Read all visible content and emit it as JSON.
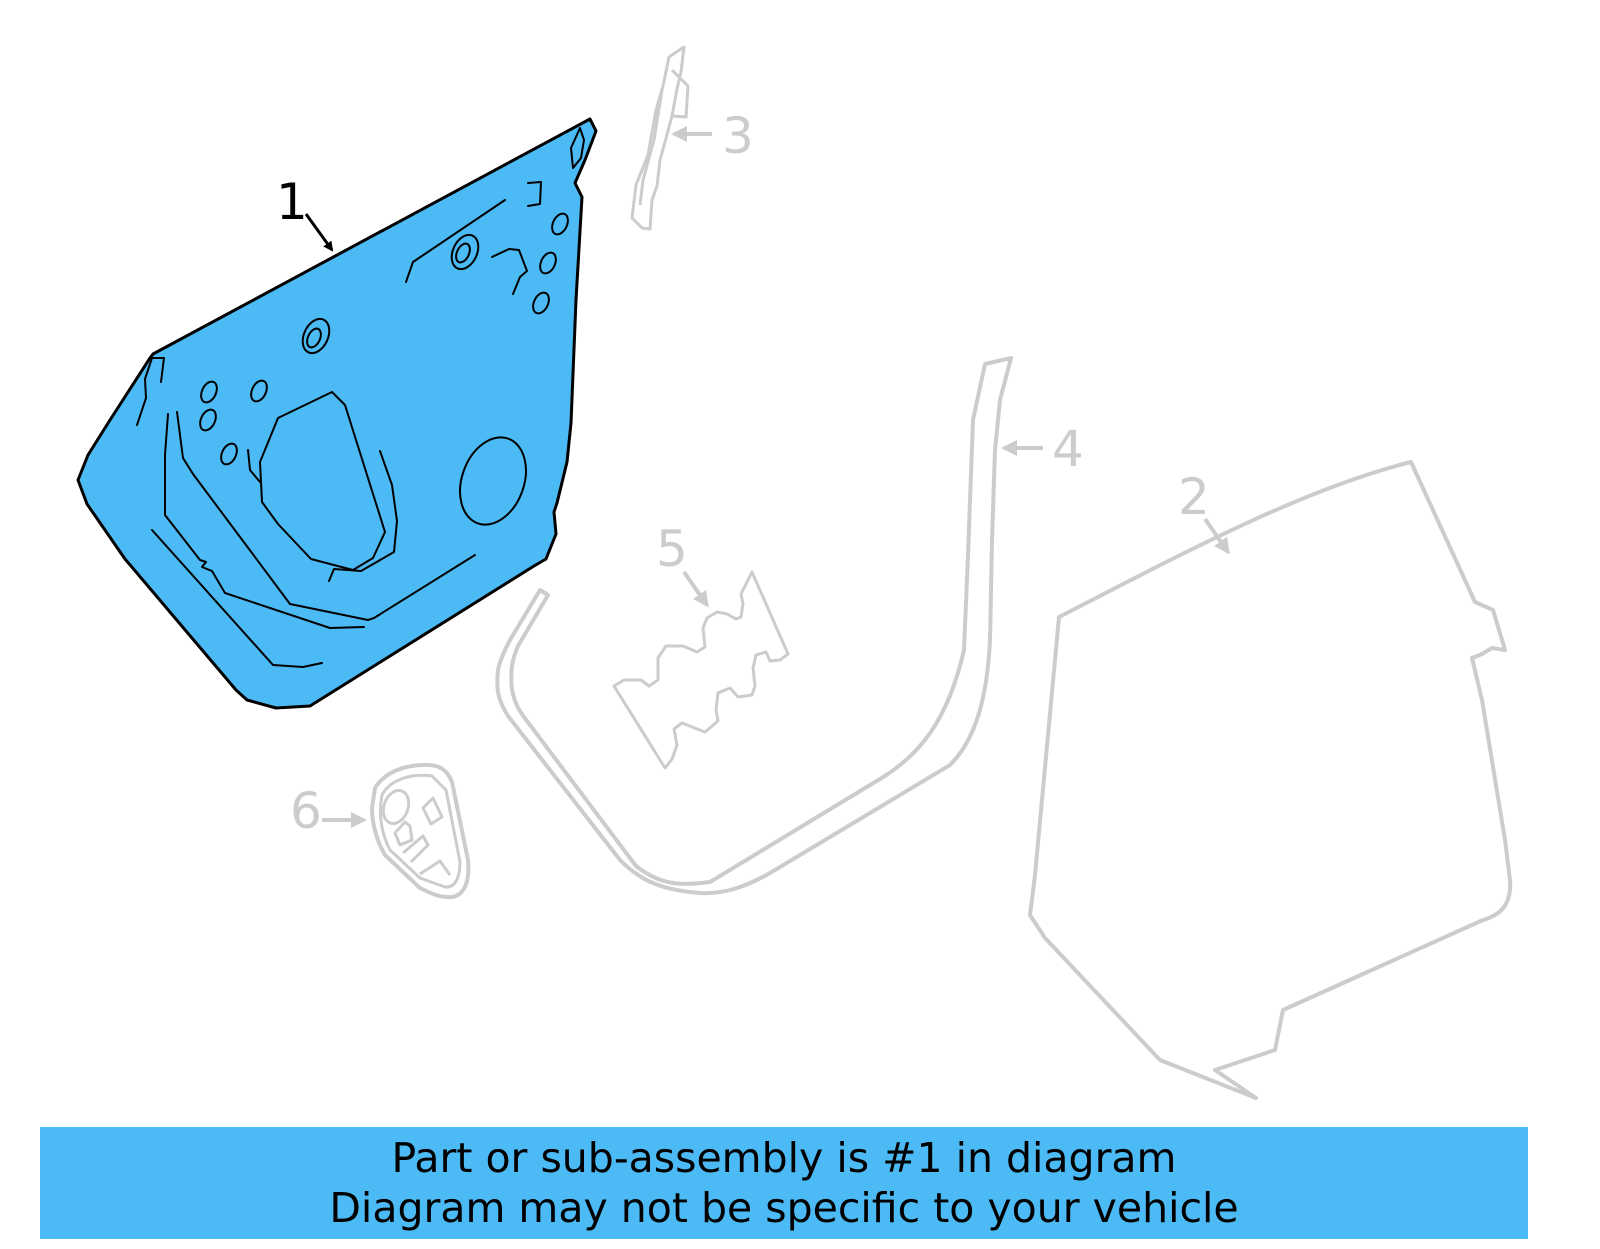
{
  "diagram": {
    "highlight_color": "#4cbbf5",
    "inactive_color": "#cccccc",
    "selected_part": "1",
    "callouts": [
      {
        "number": "1",
        "label": "1",
        "active": true
      },
      {
        "number": "2",
        "label": "2",
        "active": false
      },
      {
        "number": "3",
        "label": "3",
        "active": false
      },
      {
        "number": "4",
        "label": "4",
        "active": false
      },
      {
        "number": "5",
        "label": "5",
        "active": false
      },
      {
        "number": "6",
        "label": "6",
        "active": false
      }
    ]
  },
  "banner": {
    "line1": "Part or sub-assembly is #1 in diagram",
    "line2": "Diagram may not be specific to your vehicle",
    "background": "#4cbbf5"
  }
}
